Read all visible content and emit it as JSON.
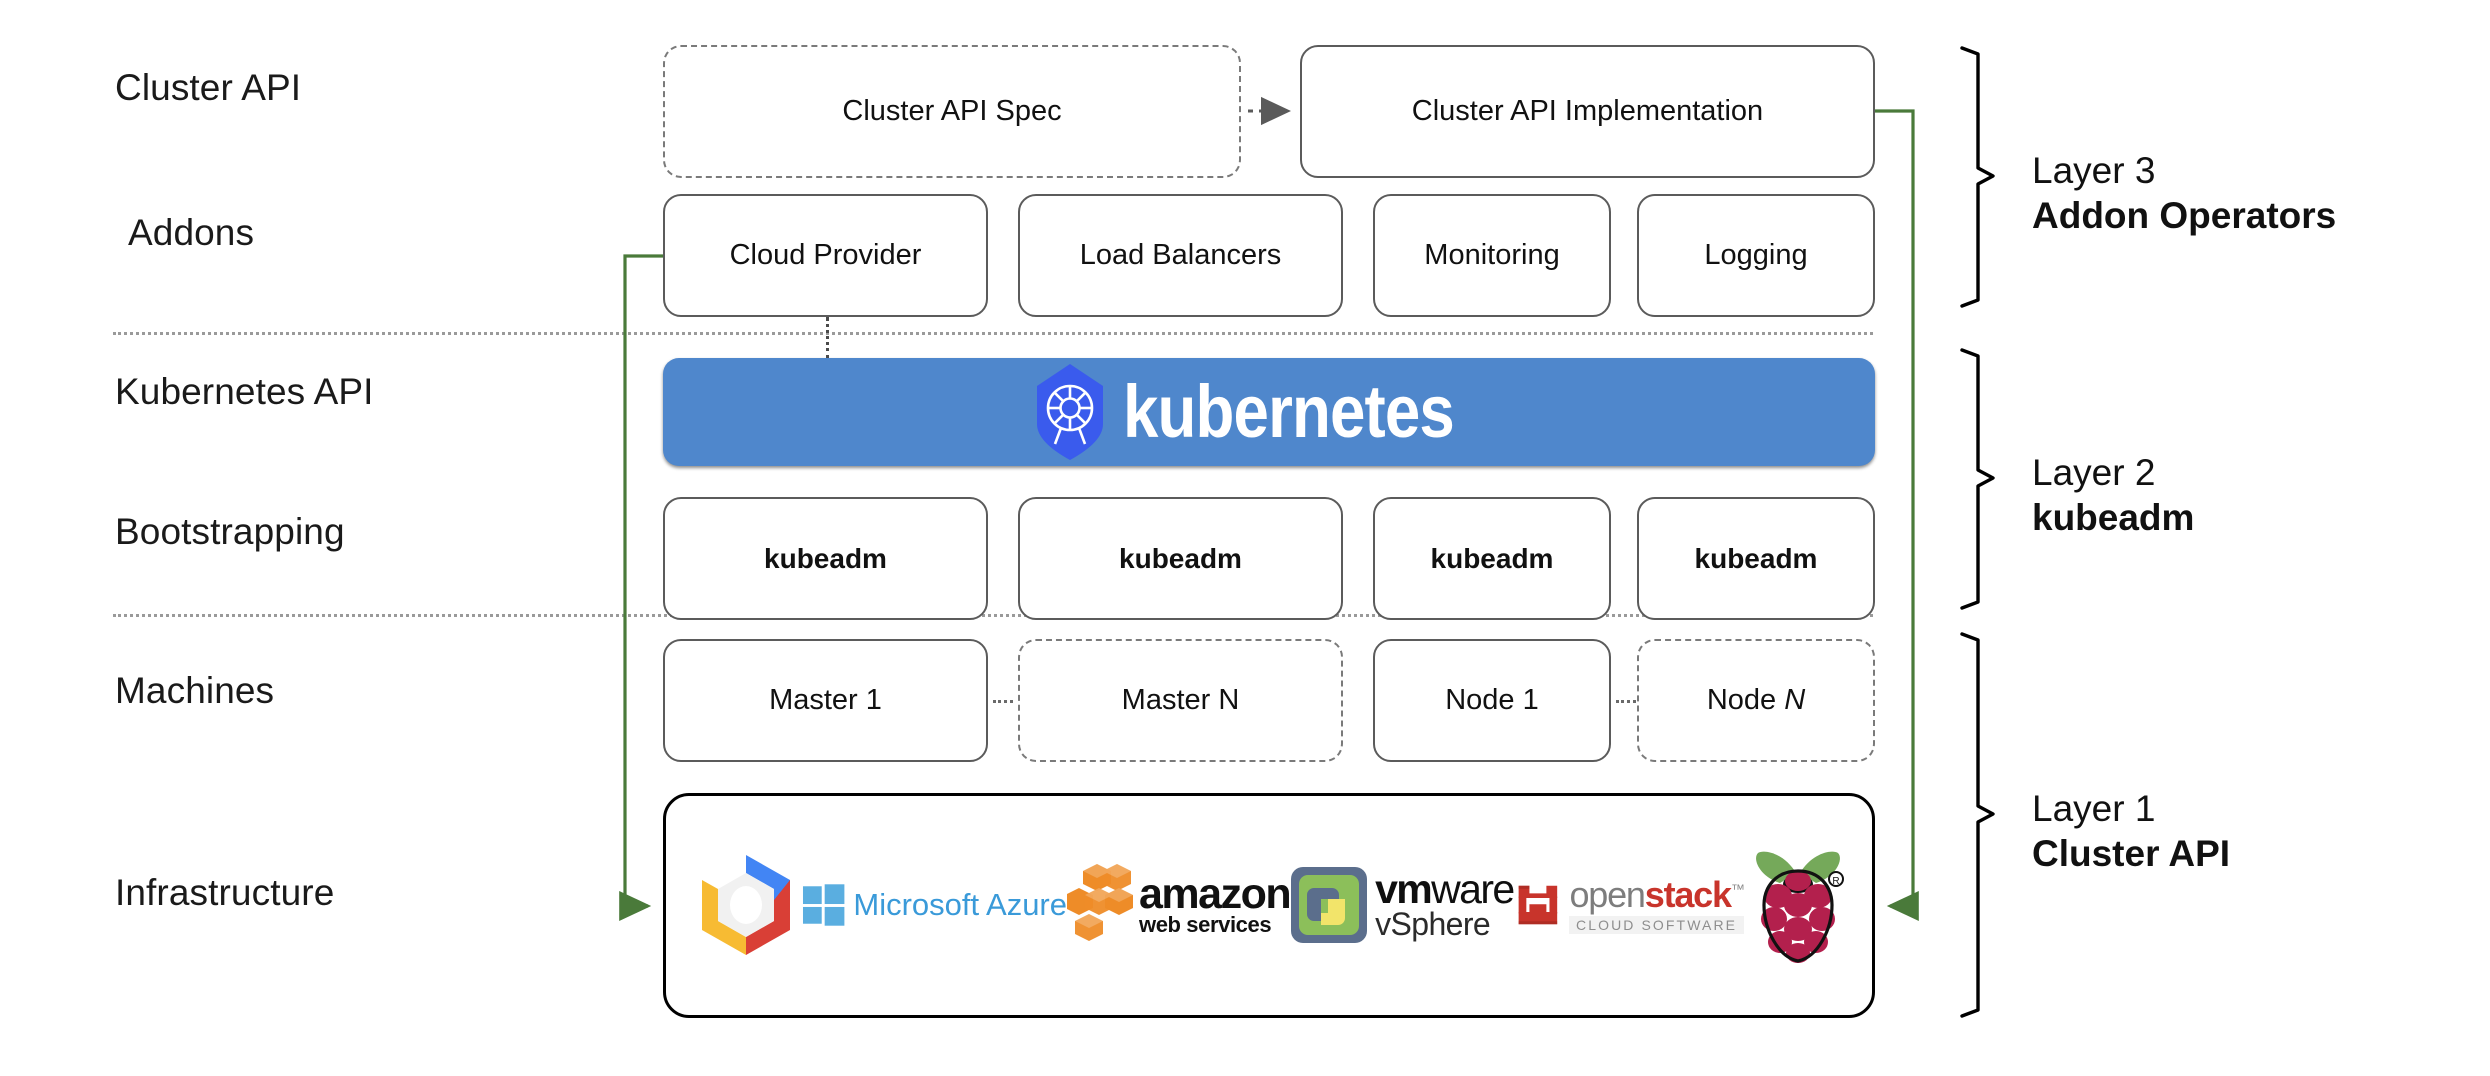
{
  "diagram": {
    "title": "Kubernetes Cluster API layered architecture",
    "colors": {
      "k8s_blue": "#4f87cc",
      "k8s_logo_blue": "#3a5bed",
      "arrow_green": "#4a7a3a",
      "box_border": "#5b5b5b",
      "dashed_border": "#7a7a7a",
      "divider": "#9a9a9a"
    }
  },
  "row_labels": [
    {
      "id": "cluster-api",
      "text": "Cluster API"
    },
    {
      "id": "addons",
      "text": "Addons"
    },
    {
      "id": "kubernetes-api",
      "text": "Kubernetes API"
    },
    {
      "id": "bootstrapping",
      "text": "Bootstrapping"
    },
    {
      "id": "machines",
      "text": "Machines"
    },
    {
      "id": "infrastructure",
      "text": "Infrastructure"
    }
  ],
  "cluster_api_row": {
    "spec": {
      "label": "Cluster API Spec",
      "style": "dashed"
    },
    "implementation": {
      "label": "Cluster API Implementation",
      "style": "solid"
    },
    "arrow": "dotted-arrow-right"
  },
  "addons_row": [
    {
      "label": "Cloud Provider"
    },
    {
      "label": "Load Balancers"
    },
    {
      "label": "Monitoring"
    },
    {
      "label": "Logging"
    }
  ],
  "kubernetes_banner": {
    "wordmark": "kubernetes",
    "logo_name": "kubernetes-helm-wheel-logo"
  },
  "bootstrapping_row": [
    {
      "label": "kubeadm"
    },
    {
      "label": "kubeadm"
    },
    {
      "label": "kubeadm"
    },
    {
      "label": "kubeadm"
    }
  ],
  "machines_row": [
    {
      "label": "Master 1",
      "style": "solid",
      "italic_suffix": ""
    },
    {
      "label": "Master N",
      "style": "dashed",
      "italic_suffix": ""
    },
    {
      "label": "Node 1",
      "style": "solid",
      "italic_suffix": ""
    },
    {
      "label": "Node ",
      "style": "dashed",
      "italic_suffix": "N"
    }
  ],
  "infrastructure_row": {
    "logos": [
      {
        "name": "google-cloud-platform-logo",
        "text": ""
      },
      {
        "name": "microsoft-azure-logo",
        "text": "Microsoft Azure"
      },
      {
        "name": "amazon-web-services-logo",
        "text": "amazon",
        "subtext": "web services"
      },
      {
        "name": "vmware-vsphere-logo",
        "text_bold": "vm",
        "text": "ware",
        "subtext": "vSphere"
      },
      {
        "name": "openstack-logo",
        "text_muted": "open",
        "text_accent": "stack",
        "subtext": "CLOUD SOFTWARE"
      },
      {
        "name": "raspberry-pi-logo",
        "text": ""
      }
    ]
  },
  "layers": [
    {
      "id": "layer-3",
      "number": "Layer 3",
      "name": "Addon Operators"
    },
    {
      "id": "layer-2",
      "number": "Layer 2",
      "name": "kubeadm"
    },
    {
      "id": "layer-1",
      "number": "Layer 1",
      "name": "Cluster API"
    }
  ]
}
